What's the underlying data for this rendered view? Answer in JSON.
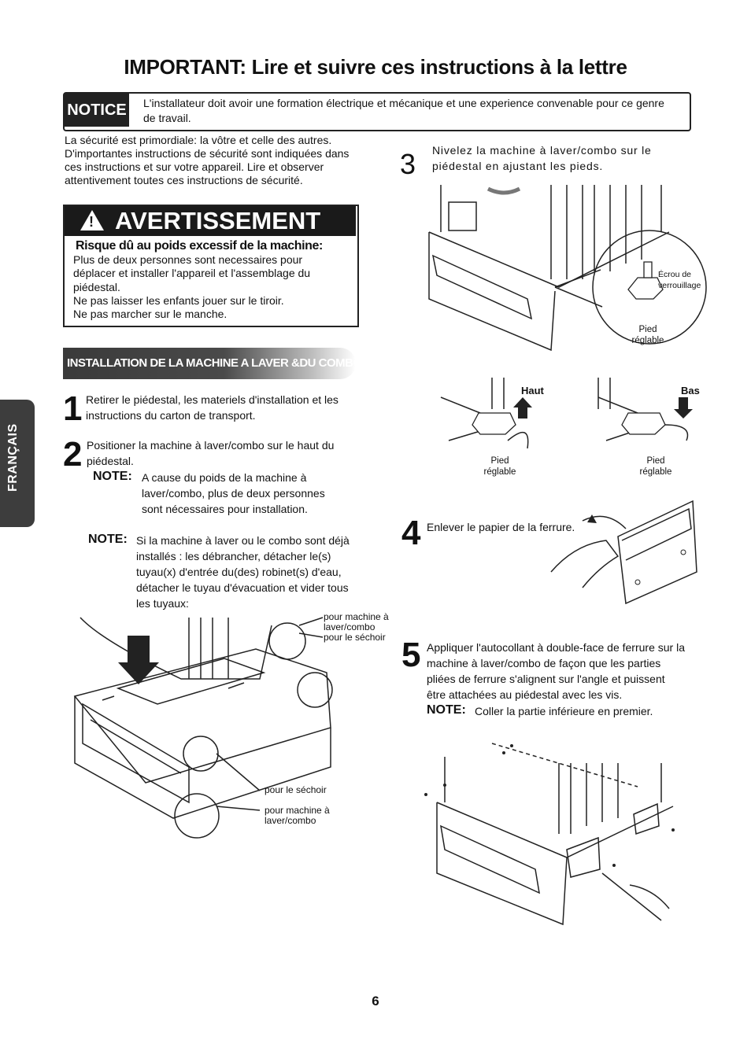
{
  "title": "IMPORTANT: Lire et suivre ces instructions à la lettre",
  "notice": {
    "label": "NOTICE",
    "text": "L'installateur doit avoir une formation électrique et mécanique et une experience convenable pour ce genre de travail."
  },
  "intro": "La sécurité est primordiale: la vôtre et celle des autres. D'importantes instructions de sécurité  sont indiquées dans ces instructions et sur votre appareil. Lire et observer attentivement toutes ces instructions de sécurité.",
  "warning": {
    "symbol": "!",
    "heading": "AVERTISSEMENT",
    "subheading": "Risque dû au poids excessif de la machine:",
    "lines": [
      "Plus de deux personnes sont necessaires pour",
      "déplacer et installer l'appareil et l'assemblage du",
      "piédestal.",
      "Ne pas laisser les enfants jouer sur le tiroir.",
      "Ne pas marcher sur le manche."
    ]
  },
  "section": "INSTALLATION DE LA MACHINE A LAVER &DU COMBO",
  "side_tab": "FRANÇAIS",
  "steps": {
    "s1": {
      "num": "1",
      "text": "Retirer le piédestal, les materiels d'installation et les instructions du carton de transport."
    },
    "s2": {
      "num": "2",
      "text": "Positioner la machine à laver/combo sur le haut du piédestal.",
      "note_label": "NOTE:",
      "note_text": "A cause du poids de la machine à laver/combo, plus de deux personnes sont nécessaires pour installation.",
      "note2_label": "NOTE:",
      "note2_text": "Si la machine à  laver ou le combo sont déjà  installés : les débrancher, détacher le(s) tuyau(x) d'entrée du(des) robinet(s) d'eau, détacher le tuyau d'évacuation et vider tous les tuyaux:"
    },
    "s3": {
      "num": "3",
      "text": "Nivelez la machine à laver/combo sur le piédestal en ajustant les pieds."
    },
    "s4": {
      "num": "4",
      "text": "Enlever le papier de la ferrure."
    },
    "s5": {
      "num": "5",
      "text": "Appliquer l'autocollant à double-face de ferrure sur la machine à laver/combo de façon que les parties pliées de ferrure s'alignent sur l'angle et puissent être attachées au piédestal avec les vis.",
      "note_label": "NOTE:",
      "note_text": "Coller la partie inférieure en premier."
    }
  },
  "labels": {
    "washer_combo_1": "pour machine à",
    "washer_combo_2": "laver/combo",
    "dryer_small": "pour le séchoir",
    "dryer": "pour le séchoir",
    "washer_bottom_1": "pour machine à",
    "washer_bottom_2": "laver/combo",
    "lock_nut_1": "Écrou de",
    "lock_nut_2": "verrouillage",
    "adj_foot_1": "Pied",
    "adj_foot_2": "réglable",
    "up": "Haut",
    "down": "Bas"
  },
  "page_number": "6"
}
